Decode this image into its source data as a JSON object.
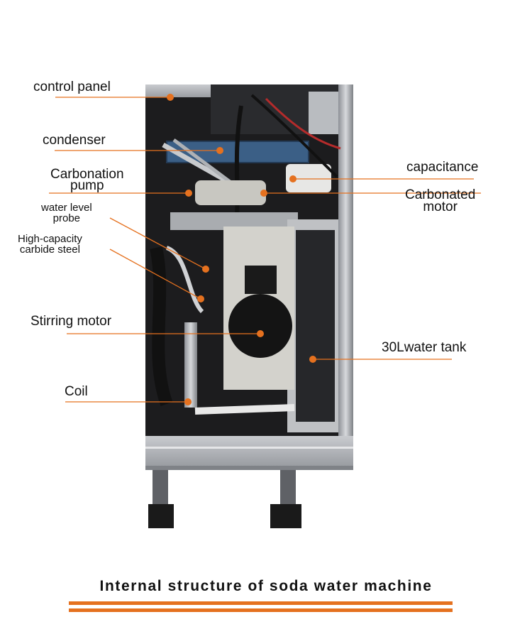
{
  "labels": {
    "control_panel": "control panel",
    "condenser": "condenser",
    "carbonation_pump_l1": "Carbonation",
    "carbonation_pump_l2": "pump",
    "water_level_probe_l1": "water level",
    "water_level_probe_l2": "probe",
    "carbide_steel_l1": "High-capacity",
    "carbide_steel_l2": "carbide steel",
    "stirring_motor": "Stirring motor",
    "coil": "Coil",
    "capacitance": "capacitance",
    "carbonated_motor_l1": "Carbonated",
    "carbonated_motor_l2": "motor",
    "water_tank": "30Lwater tank"
  },
  "caption": "Internal structure of soda water machine",
  "colors": {
    "accent": "#e5711f",
    "text": "#111111"
  }
}
